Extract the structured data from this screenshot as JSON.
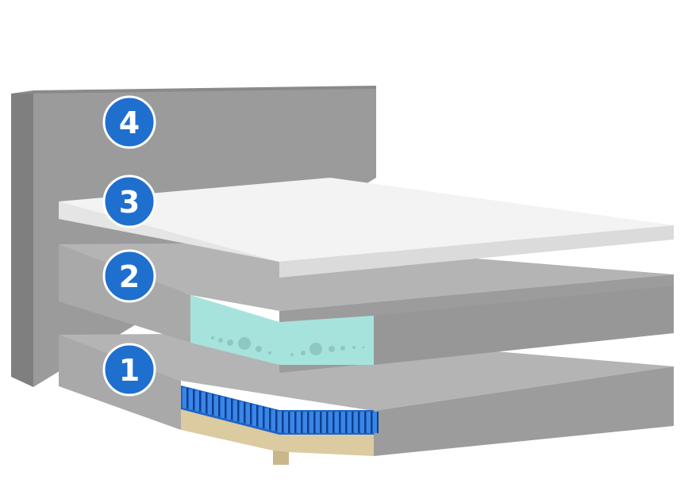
{
  "colors": {
    "background": "#ffffff",
    "headboard_face": "#9b9b9b",
    "headboard_side": "#7f7f7f",
    "base_top": "#b4b4b4",
    "base_front": "#9c9c9c",
    "base_left": "#aaaaaa",
    "topper_top": "#f3f3f3",
    "topper_front": "#e0dfdf",
    "gel_foam": "#a7e3dd",
    "gel_bubbles": "#8fc7c2",
    "coil_blue": "#1e64c8",
    "coil_light": "#3b86e4",
    "coil_dark": "#0d3f8f",
    "foundation": "#dccaa0",
    "badge_fill": "#1f6fcf",
    "badge_ring": "#ffffff",
    "badge_text": "#ffffff"
  },
  "layers": [
    {
      "number": "1",
      "component": "pocket-coil-base-layer"
    },
    {
      "number": "2",
      "component": "gel-foam-comfort-layer"
    },
    {
      "number": "3",
      "component": "mattress-topper"
    },
    {
      "number": "4",
      "component": "headboard"
    }
  ]
}
